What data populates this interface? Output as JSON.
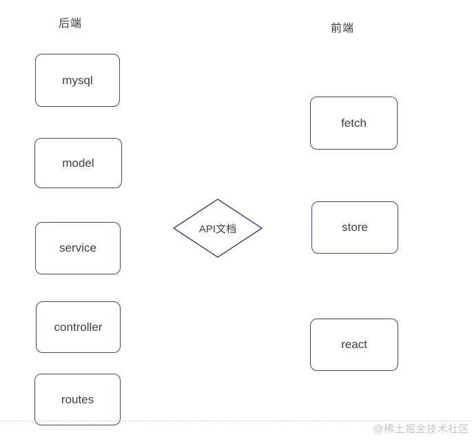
{
  "labels": {
    "backend": "后端",
    "frontend": "前端"
  },
  "diagram": {
    "backend_nodes": [
      "mysql",
      "model",
      "service",
      "controller",
      "routes"
    ],
    "frontend_nodes": [
      "fetch",
      "store",
      "react"
    ],
    "diamond_label": "API文档"
  },
  "colors": {
    "node_border": "#45456b",
    "node_text": "#3d3d3d",
    "dashed_line": "#d2d2d2",
    "watermark": "#c6c6c6"
  },
  "watermark": {
    "text": "@稀土掘金技术社区"
  }
}
